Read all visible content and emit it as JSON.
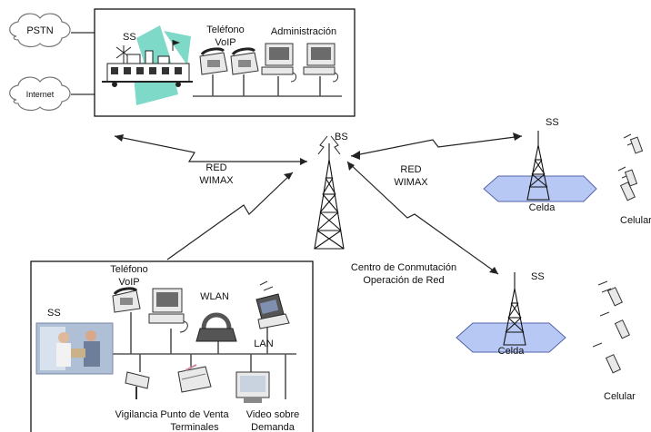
{
  "clouds": {
    "pstn": "PSTN",
    "internet": "Internet"
  },
  "top_site": {
    "ss_label": "SS",
    "voip_label_1": "Teléfono",
    "voip_label_2": "VoIP",
    "admin_label": "Administración"
  },
  "links": {
    "left_red": "RED",
    "left_wimax": "WIMAX",
    "right_red": "RED",
    "right_wimax": "WIMAX"
  },
  "base_station": {
    "label": "BS",
    "caption_1": "Centro de Conmutación",
    "caption_2": "Operación de Red"
  },
  "right_cells": {
    "upper_ss": "SS",
    "upper_cell": "Celda",
    "upper_phone": "Celular",
    "lower_ss": "SS",
    "lower_cell": "Celda",
    "lower_phone": "Celular"
  },
  "bottom_site": {
    "voip_label_1": "Teléfono",
    "voip_label_2": "VoIP",
    "ss_label": "SS",
    "wlan_label": "WLAN",
    "lan_label": "LAN",
    "vigilancia": "Vigilancia",
    "pos_1": "Punto de Venta",
    "pos_2": "Terminales",
    "video_1": "Video sobre",
    "video_2": "Demanda"
  },
  "colors": {
    "cell_fill": "#b8c8f4",
    "accent_teal": "#7fd9c8"
  }
}
